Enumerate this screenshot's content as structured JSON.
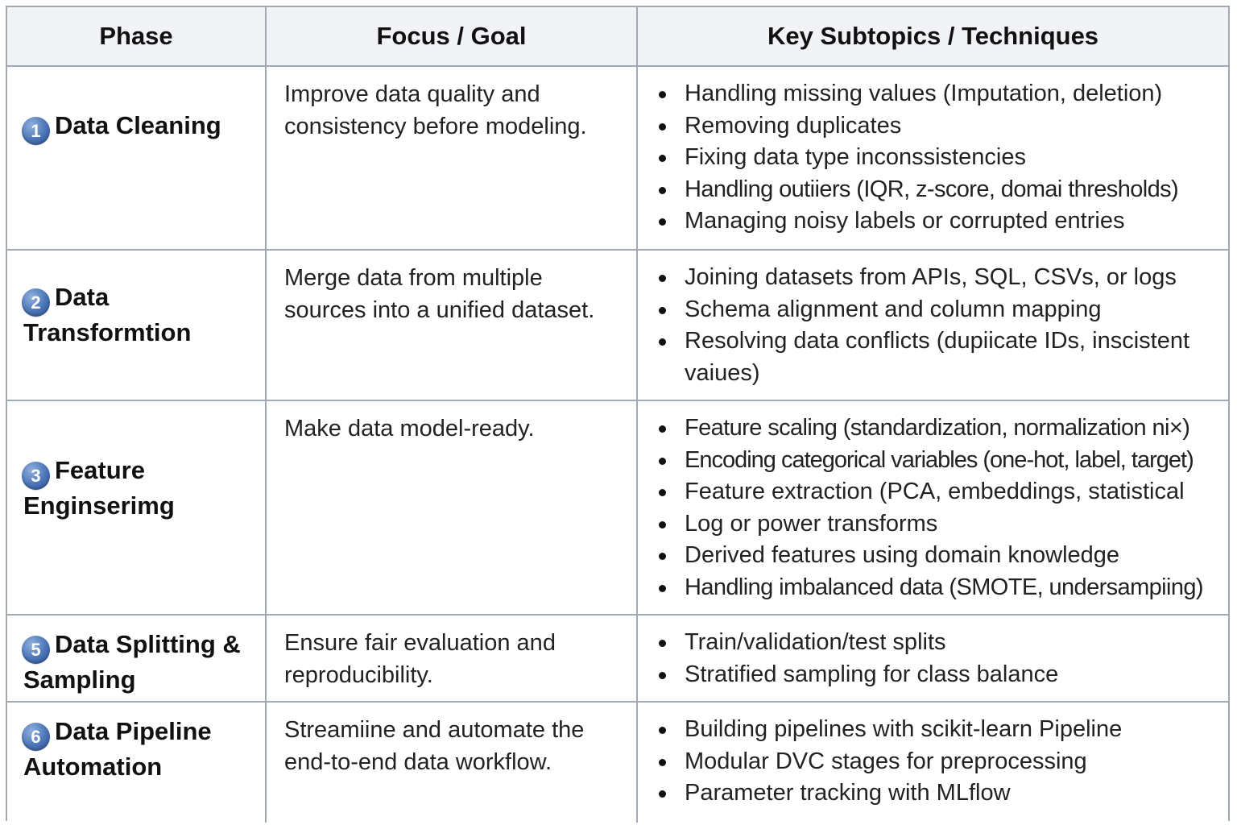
{
  "table": {
    "headers": {
      "phase": "Phase",
      "focus": "Focus / Goal",
      "topics": "Key Subtopics / Techniques"
    },
    "rows": [
      {
        "badge": "1",
        "phase": "Data Cleaning",
        "focus": "Improve data quality and consistency before modeling.",
        "topics": [
          "Handling missing values (Imputation, deletion)",
          "Removing duplicates",
          "Fixing data type inconssistencies",
          "Handling outiiers (IQR, z-score, domai thresholds)",
          "Managing noisy labels or corrupted entries"
        ]
      },
      {
        "badge": "2",
        "phase": "Data Transformtion",
        "focus": "Merge data from multiple sources into a unified dataset.",
        "topics": [
          "Joining datasets from APIs, SQL, CSVs, or logs",
          "Schema alignment and column mapping",
          "Resolving data conflicts (dupiicate IDs, inscistent vaiues)"
        ]
      },
      {
        "badge": "3",
        "phase": "Feature Enginserimg",
        "focus": "Make data model-ready.",
        "topics": [
          "Feature scaling (standardization, normalization ni×)",
          "Encoding categorical variables (one-hot, label, target)",
          "Feature extraction (PCA, embeddings, statistical",
          "Log or power transforms",
          "Derived features using domain knowledge",
          "Handling imbalanced data (SMOTE, undersampiing)"
        ]
      },
      {
        "badge": "5",
        "phase": "Data Splitting & Sampling",
        "focus": "Ensure fair evaluation and reproducibility.",
        "topics": [
          "Train/validation/test splits",
          "Stratified sampling for class balance"
        ]
      },
      {
        "badge": "6",
        "phase": "Data Pipeline Automation",
        "focus": "Streamiine and automate the end-to-end data workflow.",
        "topics": [
          "Building pipelines with scikit-learn Pipeline",
          "Modular DVC stages for preprocessing",
          "Parameter tracking with MLflow"
        ]
      }
    ]
  },
  "colors": {
    "border": "#a3a9b2",
    "header_bg": "#f1f3f6",
    "badge_blue": "#4a74b6"
  }
}
